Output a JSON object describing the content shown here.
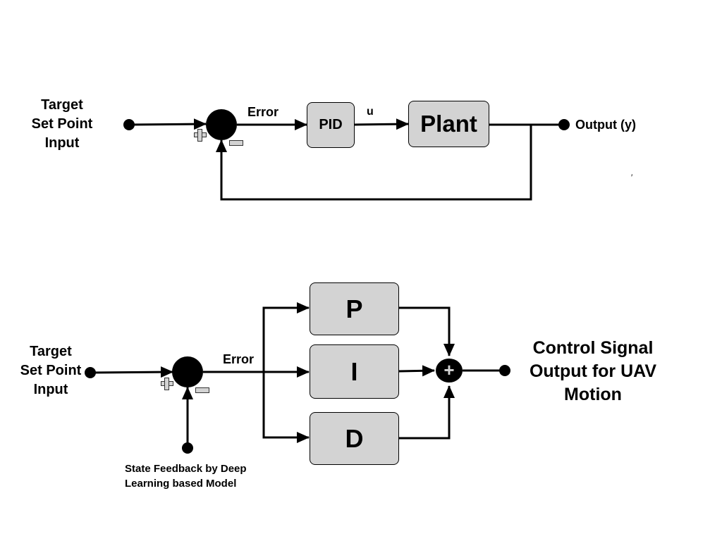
{
  "top": {
    "input_label": [
      "Target",
      "Set Point",
      "Input"
    ],
    "error_label": "Error",
    "pid_label": "PID",
    "u_label": "u",
    "plant_label": "Plant",
    "output_label": "Output (y)",
    "stray_mark": "′"
  },
  "bottom": {
    "input_label": [
      "Target",
      "Set Point",
      "Input"
    ],
    "error_label": "Error",
    "p_label": "P",
    "i_label": "I",
    "d_label": "D",
    "summer_sign": "+",
    "output_label": [
      "Control Signal",
      "Output for UAV",
      "Motion"
    ],
    "feedback_label": [
      "State Feedback by Deep",
      "Learning based Model"
    ]
  },
  "colors": {
    "block_fill": "#d3d3d3",
    "line": "#000000",
    "sign_fill": "#d3d3d3"
  }
}
